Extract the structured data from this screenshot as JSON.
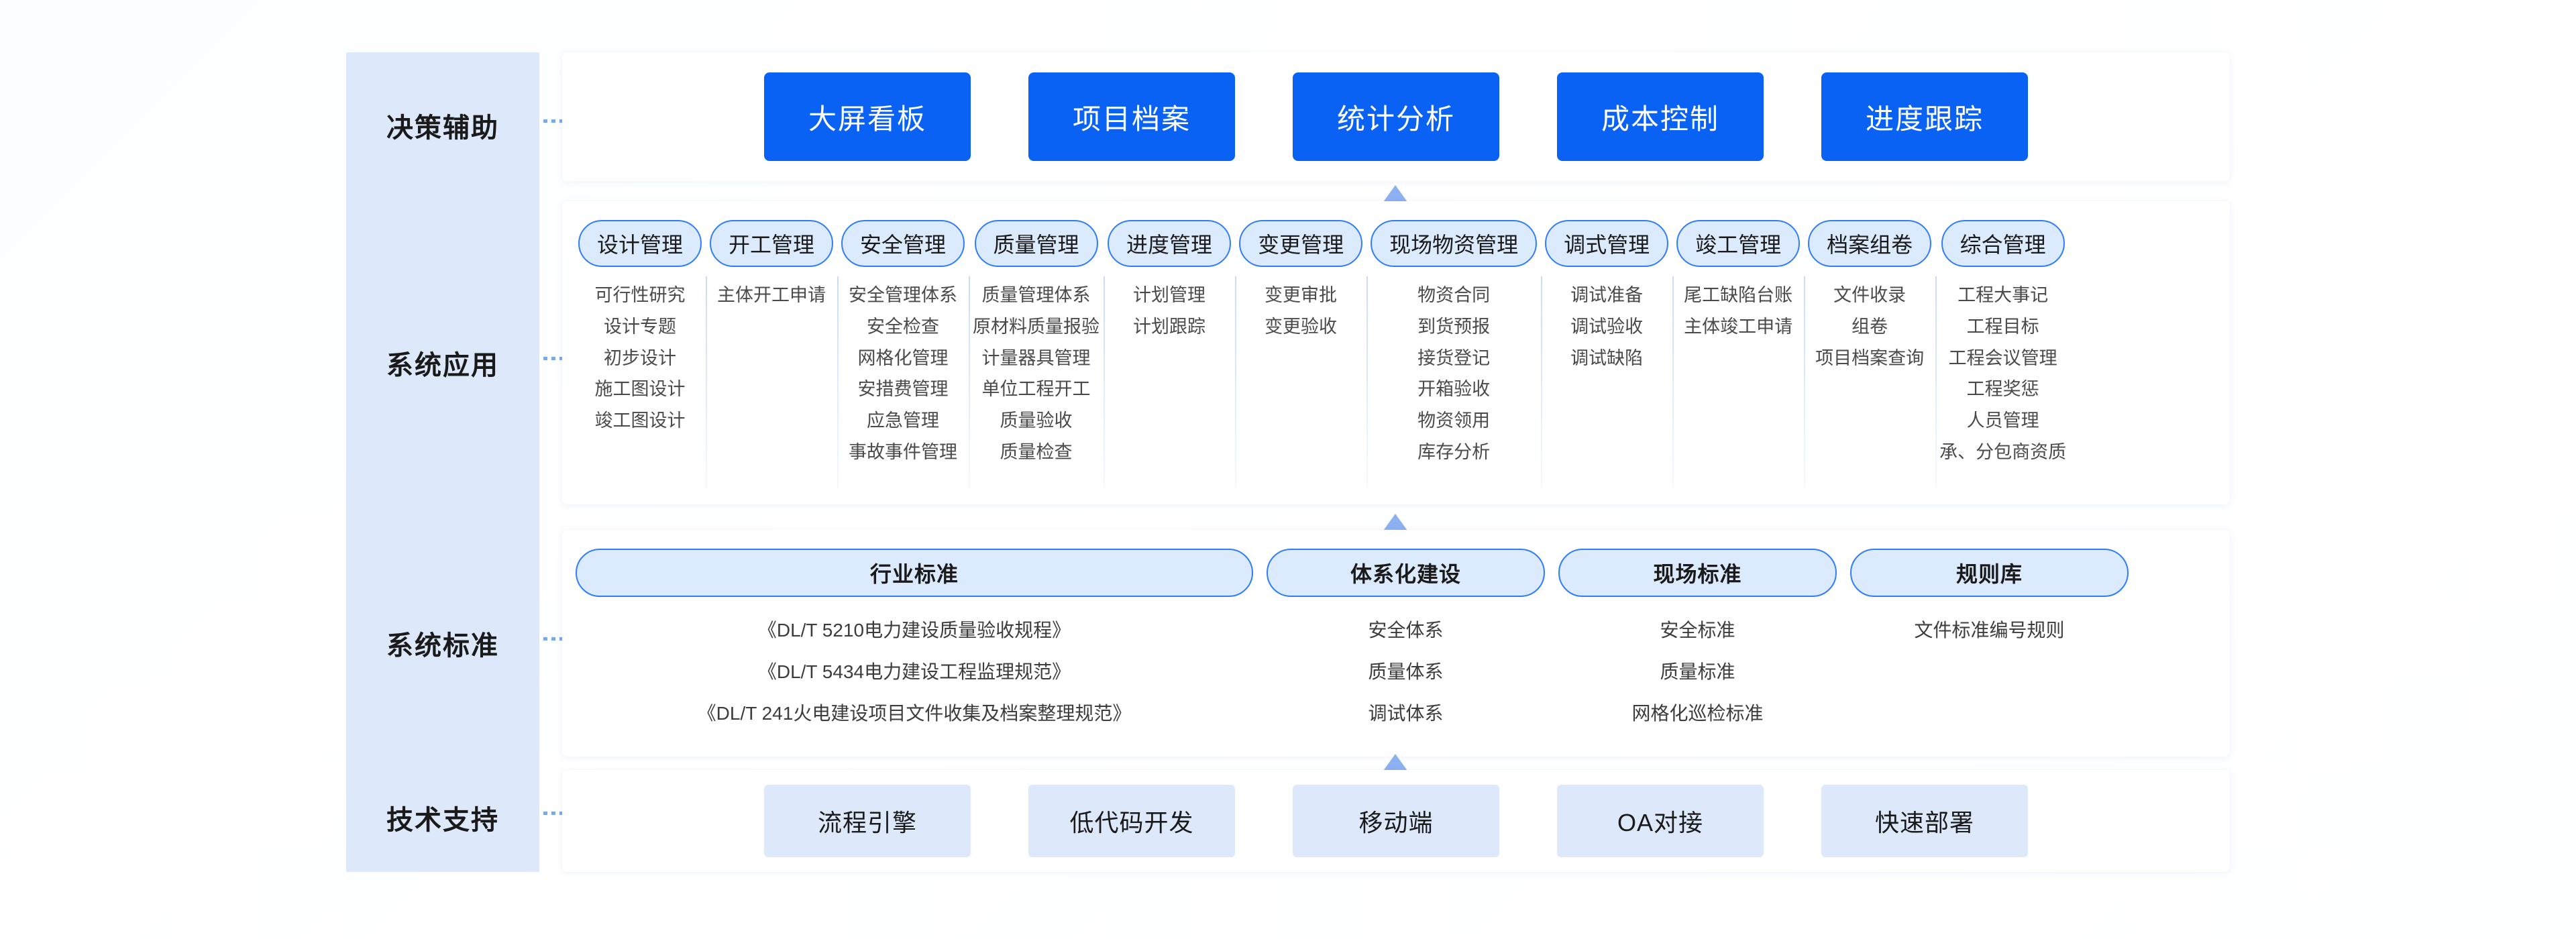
{
  "rows": [
    {
      "label": "决策辅助"
    },
    {
      "label": "系统应用"
    },
    {
      "label": "系统标准"
    },
    {
      "label": "技术支持"
    }
  ],
  "decision": {
    "cards": [
      {
        "label": "大屏看板"
      },
      {
        "label": "项目档案"
      },
      {
        "label": "统计分析"
      },
      {
        "label": "成本控制"
      },
      {
        "label": "进度跟踪"
      }
    ]
  },
  "applications": {
    "columns": [
      {
        "title": "设计管理",
        "items": [
          "可行性研究",
          "设计专题",
          "初步设计",
          "施工图设计",
          "竣工图设计"
        ]
      },
      {
        "title": "开工管理",
        "items": [
          "主体开工申请"
        ]
      },
      {
        "title": "安全管理",
        "items": [
          "安全管理体系",
          "安全检查",
          "网格化管理",
          "安措费管理",
          "应急管理",
          "事故事件管理"
        ]
      },
      {
        "title": "质量管理",
        "items": [
          "质量管理体系",
          "原材料质量报验",
          "计量器具管理",
          "单位工程开工",
          "质量验收",
          "质量检查"
        ]
      },
      {
        "title": "进度管理",
        "items": [
          "计划管理",
          "计划跟踪"
        ]
      },
      {
        "title": "变更管理",
        "items": [
          "变更审批",
          "变更验收"
        ]
      },
      {
        "title": "现场物资管理",
        "items": [
          "物资合同",
          "到货预报",
          "接货登记",
          "开箱验收",
          "物资领用",
          "库存分析"
        ]
      },
      {
        "title": "调式管理",
        "items": [
          "调试准备",
          "调试验收",
          "调试缺陷"
        ]
      },
      {
        "title": "竣工管理",
        "items": [
          "尾工缺陷台账",
          "主体竣工申请"
        ]
      },
      {
        "title": "档案组卷",
        "items": [
          "文件收录",
          "组卷",
          "项目档案查询"
        ]
      },
      {
        "title": "综合管理",
        "items": [
          "工程大事记",
          "工程目标",
          "工程会议管理",
          "工程奖惩",
          "人员管理",
          "承、分包商资质"
        ]
      }
    ]
  },
  "standards": {
    "columns": [
      {
        "title": "行业标准",
        "items": [
          "《DL/T 5210电力建设质量验收规程》",
          "《DL/T 5434电力建设工程监理规范》",
          "《DL/T 241火电建设项目文件收集及档案整理规范》"
        ]
      },
      {
        "title": "体系化建设",
        "items": [
          "安全体系",
          "质量体系",
          "调试体系"
        ]
      },
      {
        "title": "现场标准",
        "items": [
          "安全标准",
          "质量标准",
          "网格化巡检标准"
        ]
      },
      {
        "title": "规则库",
        "items": [
          "文件标准编号规则"
        ]
      }
    ]
  },
  "tech": {
    "cards": [
      {
        "label": "流程引擎"
      },
      {
        "label": "低代码开发"
      },
      {
        "label": "移动端"
      },
      {
        "label": "OA对接"
      },
      {
        "label": "快速部署"
      }
    ]
  },
  "colors": {
    "accent": "#0a62f5",
    "pill_border": "#2f7dfb",
    "pill_fill": "#dceafd",
    "rail_fill": "#dde9fb",
    "arrow": "#8cb1f2"
  }
}
